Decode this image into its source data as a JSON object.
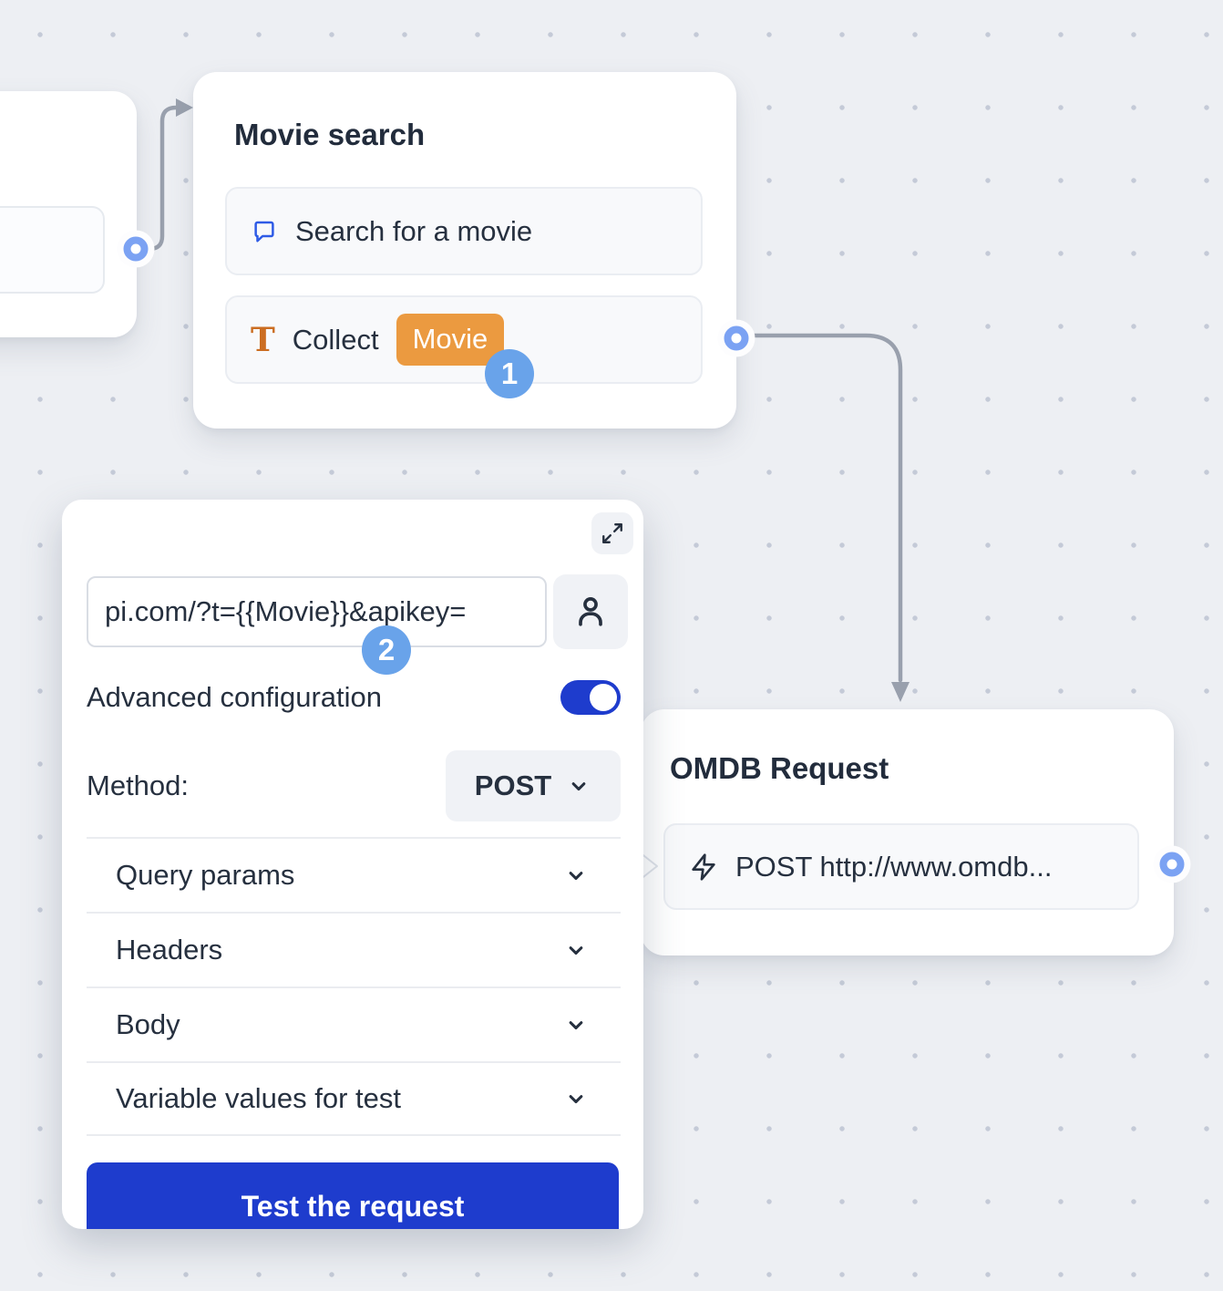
{
  "canvas": {
    "background": "#edeff3",
    "dot_color": "#c4cad7"
  },
  "colors": {
    "accent_blue": "#1e3ccd",
    "step_badge_blue": "#69a3ea",
    "port_blue": "#7ba2f3",
    "variable_orange": "#eb9a40",
    "chat_icon_blue": "#2e5be6",
    "text_icon_orange": "#cb6d21",
    "connector_gray": "#99a0ad",
    "text_dark": "#26303f"
  },
  "nodes": {
    "movie_search": {
      "title": "Movie search",
      "items": [
        {
          "icon": "chat-bubble-icon",
          "label": "Search for a movie"
        },
        {
          "icon": "text-input-icon",
          "label": "Collect",
          "variable_badge": "Movie"
        }
      ],
      "step_badge": "1"
    },
    "omdb_request": {
      "title": "OMDB Request",
      "items": [
        {
          "icon": "lightning-icon",
          "label": "POST http://www.omdb..."
        }
      ]
    }
  },
  "panel": {
    "url_input": {
      "value": "pi.com/?t={{Movie}}&apikey="
    },
    "step_badge": "2",
    "advanced_configuration_label": "Advanced configuration",
    "advanced_configuration_enabled": true,
    "method_label": "Method:",
    "method_value": "POST",
    "sections": [
      {
        "label": "Query params"
      },
      {
        "label": "Headers"
      },
      {
        "label": "Body"
      },
      {
        "label": "Variable values for test"
      }
    ],
    "test_button_label": "Test the request"
  }
}
